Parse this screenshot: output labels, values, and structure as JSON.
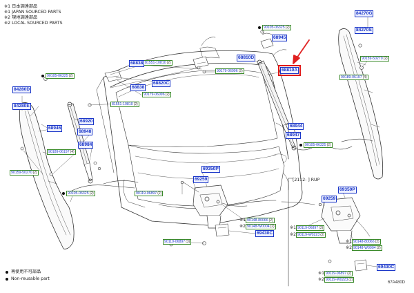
{
  "notes": {
    "l1": "※1 日本調達部品",
    "l2": "※1 JAPAN SOURCED PARTS",
    "l3": "※2 現地調達部品",
    "l4": "※2 LOCAL SOURCED PARTS",
    "reuse_jp": "再使用不可部品",
    "reuse_en": "Non-reusable part",
    "rup": "[2112-       ] RUP",
    "diagram_id": "67A480D"
  },
  "labels": [
    {
      "t": "84270G",
      "k": "main"
    },
    {
      "t": "84270S",
      "k": "main"
    },
    {
      "t": "90159-50270",
      "k": "bolt",
      "q": "(2)"
    },
    {
      "t": "90189-06197",
      "k": "bolt",
      "q": "(4)"
    },
    {
      "t": "90105-06325",
      "k": "bolt",
      "q": "(2)",
      "dot": true
    },
    {
      "t": "68945",
      "k": "main"
    },
    {
      "t": "68810D",
      "k": "main"
    },
    {
      "t": "68810A",
      "k": "main",
      "hl": true
    },
    {
      "t": "81551-10810",
      "k": "bolt",
      "q": "(2)"
    },
    {
      "t": "68838",
      "k": "main"
    },
    {
      "t": "90179-06096",
      "k": "bolt",
      "q": "(2)"
    },
    {
      "t": "90105-06325",
      "k": "bolt",
      "q": "(2)",
      "dot": true
    },
    {
      "t": "68838",
      "k": "main"
    },
    {
      "t": "68820C",
      "k": "main"
    },
    {
      "t": "90179-06096",
      "k": "bolt",
      "q": "(2)"
    },
    {
      "t": "84280D",
      "k": "main"
    },
    {
      "t": "84280E",
      "k": "main"
    },
    {
      "t": "81551-10810",
      "k": "bolt",
      "q": "(2)"
    },
    {
      "t": "68920",
      "k": "main"
    },
    {
      "t": "68946",
      "k": "main"
    },
    {
      "t": "68948",
      "k": "main"
    },
    {
      "t": "68944",
      "k": "main"
    },
    {
      "t": "68947",
      "k": "main"
    },
    {
      "t": "68984",
      "k": "main"
    },
    {
      "t": "90105-06325",
      "k": "bolt",
      "q": "(2)",
      "dot": true
    },
    {
      "t": "90189-06197",
      "k": "bolt",
      "q": "(4)"
    },
    {
      "t": "90159-50270",
      "k": "bolt",
      "q": "(2)"
    },
    {
      "t": "90105-06325",
      "k": "bolt",
      "q": "(2)",
      "dot": true
    },
    {
      "t": "69350P",
      "k": "main"
    },
    {
      "t": "69259",
      "k": "main"
    },
    {
      "t": "90119-06897",
      "k": "bolt",
      "q": "(2)"
    },
    {
      "t": "69350P",
      "k": "main"
    },
    {
      "t": "69259",
      "k": "main"
    },
    {
      "t": "90148-80066",
      "k": "bolt",
      "q": "(2)",
      "pre": "※1"
    },
    {
      "t": "90148-W0004",
      "k": "bolt",
      "q": "(2)",
      "pre": "※2"
    },
    {
      "t": "90119-06897",
      "k": "bolt",
      "q": "(2)",
      "pre": "※1"
    },
    {
      "t": "90119-W0223",
      "k": "bolt",
      "q": "(2)",
      "pre": "※2"
    },
    {
      "t": "69430C",
      "k": "main"
    },
    {
      "t": "90119-06897",
      "k": "bolt",
      "q": "(3)"
    },
    {
      "t": "90148-80066",
      "k": "bolt",
      "q": "(2)",
      "pre": "※1"
    },
    {
      "t": "90148-W0004",
      "k": "bolt",
      "q": "(2)",
      "pre": "※2"
    },
    {
      "t": "69430C",
      "k": "main"
    },
    {
      "t": "90119-06897",
      "k": "bolt",
      "q": "(2)",
      "pre": "※1"
    },
    {
      "t": "90119-W0223",
      "k": "bolt",
      "q": "(2)",
      "pre": "※2"
    }
  ]
}
